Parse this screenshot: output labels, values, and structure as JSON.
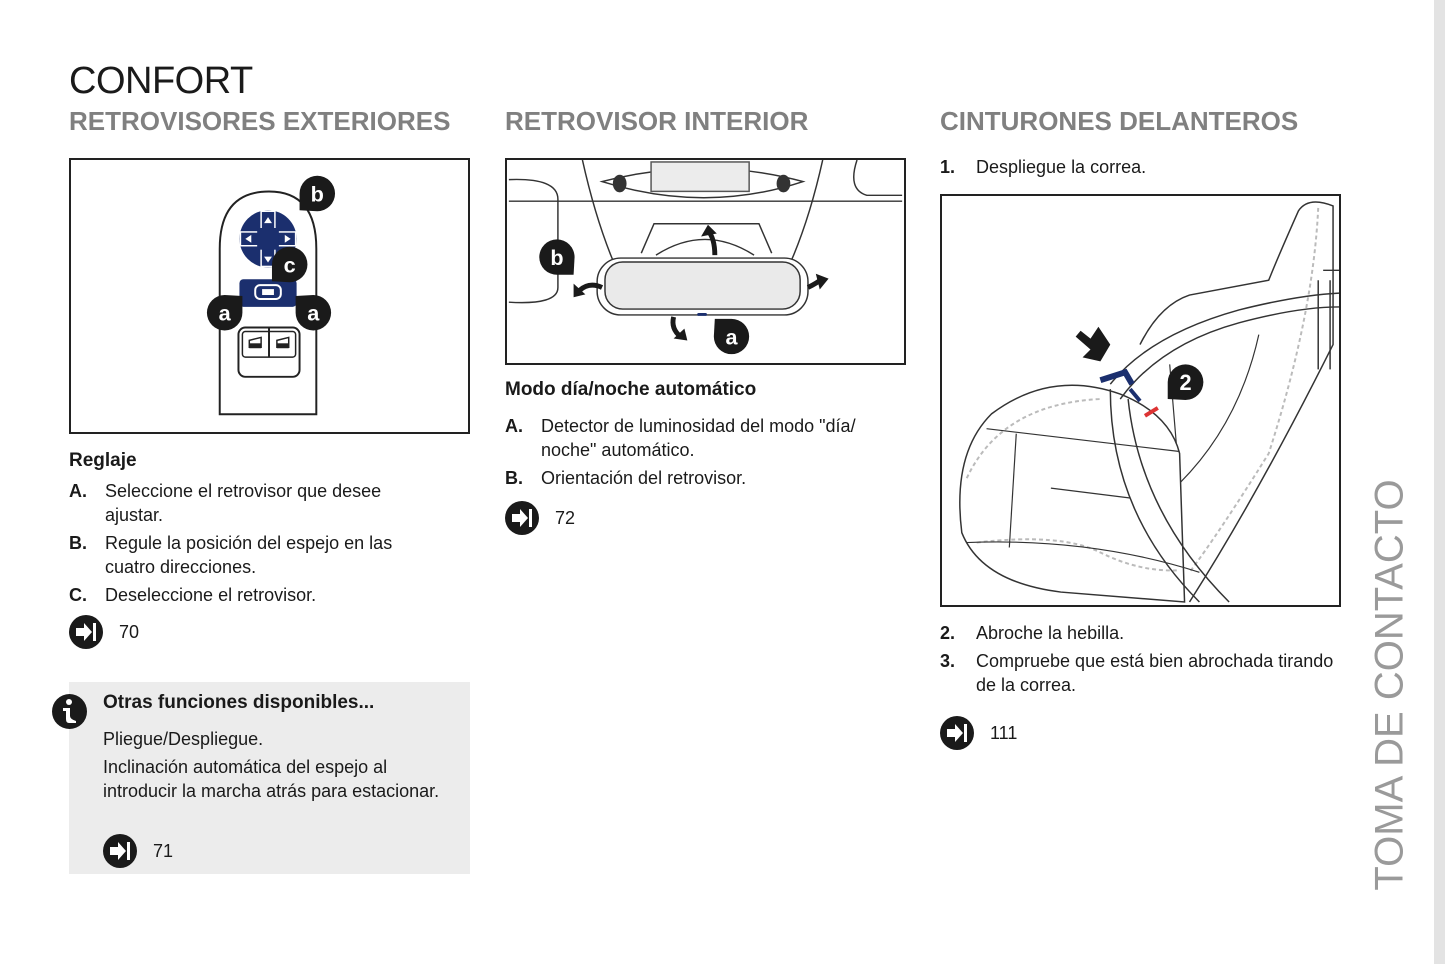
{
  "page": {
    "chapter_title": "CONFORT",
    "side_tab_label": "TOMA DE CONTACTO"
  },
  "sections": {
    "exterior_mirrors": {
      "title": "RETROVISORES EXTERIORES",
      "figure_callouts": [
        "b",
        "c",
        "a",
        "a"
      ],
      "subheading": "Reglaje",
      "items": [
        {
          "marker": "A.",
          "text": "Seleccione el retrovisor que desee ajustar."
        },
        {
          "marker": "B.",
          "text": "Regule la posición del espejo en las cuatro direcciones."
        },
        {
          "marker": "C.",
          "text": "Deseleccione el retrovisor."
        }
      ],
      "page_ref": "70",
      "note": {
        "title": "Otras funciones disponibles...",
        "lines": [
          "Pliegue/Despliegue.",
          "Inclinación automática del espejo al introducir la marcha atrás para estacionar."
        ],
        "page_ref": "71"
      }
    },
    "interior_mirror": {
      "title": "RETROVISOR INTERIOR",
      "figure_callouts": [
        "b",
        "a"
      ],
      "subheading": "Modo día/noche automático",
      "items": [
        {
          "marker": "A.",
          "text": "Detector de luminosidad del modo \"día/ noche\" automático."
        },
        {
          "marker": "B.",
          "text": "Orientación del retrovisor."
        }
      ],
      "page_ref": "72"
    },
    "front_belts": {
      "title": "CINTURONES DELANTEROS",
      "step1": {
        "marker": "1.",
        "text": "Despliegue la correa."
      },
      "figure_callouts": [
        "2"
      ],
      "steps": [
        {
          "marker": "2.",
          "text": "Abroche la hebilla."
        },
        {
          "marker": "3.",
          "text": "Compruebe que está bien abrochada tirando de la correa."
        }
      ],
      "page_ref": "111"
    }
  },
  "colors": {
    "heading_gray": "#808080",
    "accent_navy": "#1b2f6e",
    "note_bg": "#ececec",
    "side_tab_gray": "#9a9a9a"
  },
  "icons": {
    "page_ref": "page-reference-arrow-icon",
    "note": "information-icon"
  }
}
